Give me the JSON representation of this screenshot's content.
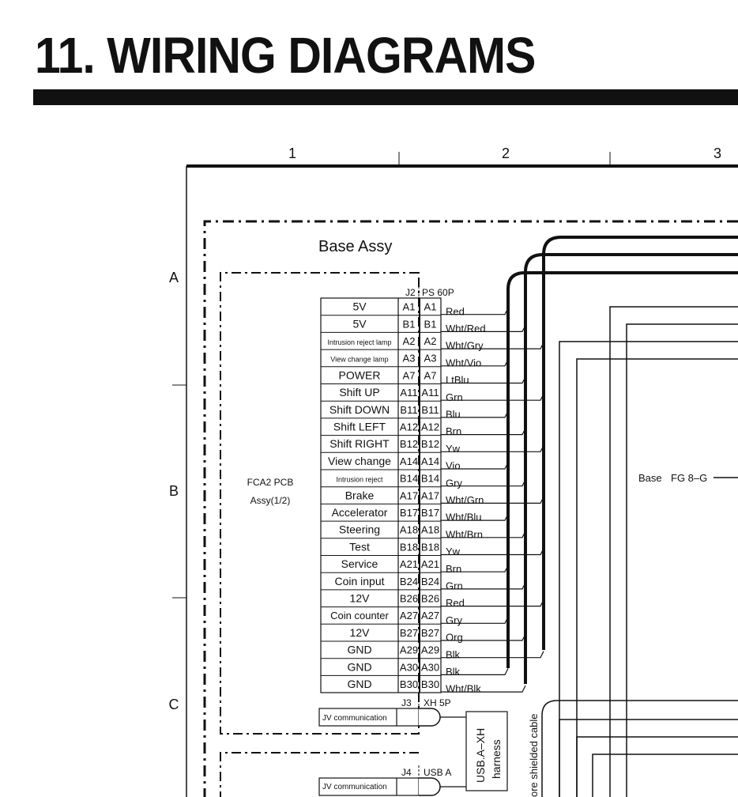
{
  "page": {
    "title": "11. WIRING DIAGRAMS"
  },
  "frame": {
    "column_labels": [
      "1",
      "2",
      "3"
    ],
    "row_labels": [
      "A",
      "B",
      "C"
    ]
  },
  "assembly": {
    "base_label": "Base Assy",
    "pcb_label_line1": "FCA2 PCB",
    "pcb_label_line2": "Assy(1/2)",
    "harness_line1": "USB.A–XH",
    "harness_line2": "harness",
    "shielded_cable": "ore shielded cable",
    "base_fg_label": "Base",
    "base_fg_code": "FG 8–G"
  },
  "connectors": {
    "j2_label": "J2",
    "j2_type": "PS 60P",
    "j3_label": "J3",
    "j3_type": "XH 5P",
    "j4_label": "J4",
    "j4_type": "USB A",
    "j3_signal": "JV communication",
    "j4_signal": "JV communication"
  },
  "pins": [
    {
      "signal": "5V",
      "pin": "A1",
      "wire": "Red"
    },
    {
      "signal": "5V",
      "pin": "B1",
      "wire": "Wht/Red"
    },
    {
      "signal": "Intrusion reject lamp",
      "pin": "A2",
      "wire": "Wht/Gry"
    },
    {
      "signal": "View change lamp",
      "pin": "A3",
      "wire": "Wht/Vio"
    },
    {
      "signal": "POWER",
      "pin": "A7",
      "wire": "LtBlu"
    },
    {
      "signal": "Shift UP",
      "pin": "A11",
      "wire": "Grn"
    },
    {
      "signal": "Shift DOWN",
      "pin": "B11",
      "wire": "Blu"
    },
    {
      "signal": "Shift LEFT",
      "pin": "A12",
      "wire": "Brn"
    },
    {
      "signal": "Shift RIGHT",
      "pin": "B12",
      "wire": "Yw"
    },
    {
      "signal": "View change",
      "pin": "A14",
      "wire": "Vio"
    },
    {
      "signal": "Intrusion reject",
      "pin": "B14",
      "wire": "Gry"
    },
    {
      "signal": "Brake",
      "pin": "A17",
      "wire": "Wht/Grn"
    },
    {
      "signal": "Accelerator",
      "pin": "B17",
      "wire": "Wht/Blu"
    },
    {
      "signal": "Steering",
      "pin": "A18",
      "wire": "Wht/Brn"
    },
    {
      "signal": "Test",
      "pin": "B18",
      "wire": "Yw"
    },
    {
      "signal": "Service",
      "pin": "A21",
      "wire": "Brn"
    },
    {
      "signal": "Coin input",
      "pin": "B24",
      "wire": "Grn"
    },
    {
      "signal": "12V",
      "pin": "B26",
      "wire": "Red"
    },
    {
      "signal": "Coin counter",
      "pin": "A27",
      "wire": "Gry"
    },
    {
      "signal": "12V",
      "pin": "B27",
      "wire": "Org"
    },
    {
      "signal": "GND",
      "pin": "A29",
      "wire": "Blk"
    },
    {
      "signal": "GND",
      "pin": "A30",
      "wire": "Blk"
    },
    {
      "signal": "GND",
      "pin": "B30",
      "wire": "Wht/Blk"
    }
  ]
}
